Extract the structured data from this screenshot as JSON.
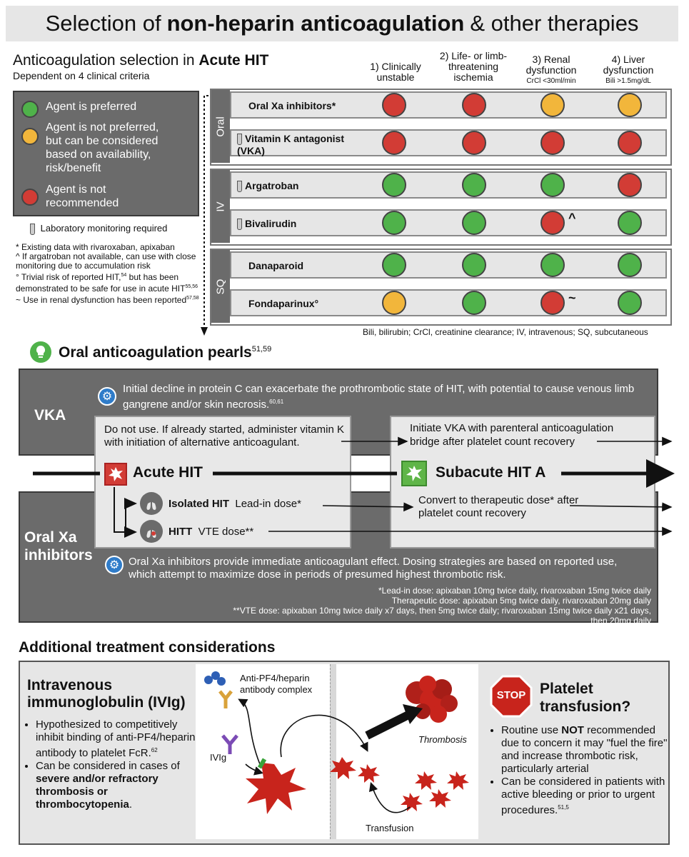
{
  "title": {
    "pre": "Selection of",
    "bold": "non-heparin anticoagulation",
    "post": "& other therapies"
  },
  "acute": {
    "title_pre": "Anticoagulation selection in",
    "title_bold": "Acute HIT",
    "subtitle": "Dependent on 4 clinical criteria"
  },
  "columns": [
    {
      "l1": "1) Clinically",
      "l2": "unstable",
      "sub": ""
    },
    {
      "l1": "2) Life- or limb-",
      "l2": "threatening",
      "l3": "ischemia",
      "sub": ""
    },
    {
      "l1": "3) Renal",
      "l2": "dysfunction",
      "sub": "CrCl <30ml/min"
    },
    {
      "l1": "4) Liver",
      "l2": "dysfunction",
      "sub": "Bili >1.5mg/dL"
    }
  ],
  "legend": {
    "preferred": "Agent is preferred",
    "considered": "Agent is not preferred, but can be considered based on availability, risk/benefit",
    "not_recommended": "Agent is not recommended",
    "colors": {
      "green": "#4fb24a",
      "yellow": "#f2b63b",
      "red": "#d23c35"
    }
  },
  "lab_note": "Laboratory monitoring required",
  "footnotes": {
    "f1": "* Existing data with rivaroxaban, apixaban",
    "f2": "^ If argatroban not available, can use with close monitoring due to accumulation risk",
    "f3a": "° Trivial risk of reported HIT,",
    "f3a_sup": "54",
    "f3b": " but has been demonstrated to be safe for use in acute HIT",
    "f3b_sup": "55,56",
    "f4": "~ Use in renal dysfunction has been reported",
    "f4_sup": "57,58"
  },
  "groups": [
    {
      "label": "Oral"
    },
    {
      "label": "IV"
    },
    {
      "label": "SQ"
    }
  ],
  "drugs": [
    {
      "name": "Oral Xa inhibitors*",
      "lab": false,
      "ratings": [
        "r",
        "r",
        "y",
        "y"
      ],
      "mark": ""
    },
    {
      "name": "Vitamin K antagonist (VKA)",
      "lab": true,
      "ratings": [
        "r",
        "r",
        "r",
        "r"
      ],
      "mark": ""
    },
    {
      "name": "Argatroban",
      "lab": true,
      "ratings": [
        "g",
        "g",
        "g",
        "r"
      ],
      "mark": ""
    },
    {
      "name": "Bivalirudin",
      "lab": true,
      "ratings": [
        "g",
        "g",
        "r",
        "g"
      ],
      "mark": "^"
    },
    {
      "name": "Danaparoid",
      "lab": false,
      "ratings": [
        "g",
        "g",
        "g",
        "g"
      ],
      "mark": ""
    },
    {
      "name": "Fondaparinux°",
      "lab": false,
      "ratings": [
        "y",
        "g",
        "r",
        "g"
      ],
      "mark": "~"
    }
  ],
  "abbrev": "Bili, bilirubin; CrCl, creatinine clearance; IV, intravenous; SQ, subcutaneous",
  "pearls": {
    "title": "Oral anticoagulation pearls",
    "sup": "51,59"
  },
  "vka": {
    "label": "VKA",
    "info": "Initial decline in protein C can exacerbate the prothrombotic state of HIT, with potential to cause venous limb gangrene and/or skin necrosis.",
    "info_sup": "60,61",
    "acute_text": "Do not use. If already started, administer vitamin K with initiation of alternative anticoagulant.",
    "subacute_text": "Initiate VKA with parenteral anticoagulation bridge after platelet count recovery"
  },
  "stages": {
    "acute": "Acute HIT",
    "subacute": "Subacute HIT A"
  },
  "xa": {
    "label": "Oral Xa inhibitors",
    "isolated": "Isolated HIT",
    "isolated_dose": "Lead-in dose*",
    "hitt": "HITT",
    "hitt_dose": "VTE dose**",
    "convert": "Convert to therapeutic dose* after platelet count recovery",
    "info": "Oral Xa inhibitors provide immediate anticoagulant effect.  Dosing strategies are based on reported use, which attempt to maximize dose in periods of presumed highest thrombotic risk.",
    "n1": "*Lead-in dose: apixaban 10mg twice daily, rivaroxaban 15mg twice daily",
    "n2": "Therapeutic dose: apixaban 5mg twice daily, rivaroxaban 20mg daily",
    "n3": "**VTE dose: apixaban 10mg twice daily x7 days, then 5mg twice daily; rivaroxaban 15mg twice daily x21 days, then 20mg daily"
  },
  "additional": {
    "title": "Additional treatment considerations"
  },
  "ivig": {
    "title1": "Intravenous",
    "title2": "immunoglobulin (IVIg)",
    "b1": "Hypothesized to competitively inhibit binding of anti-PF4/heparin antibody to platelet FcR.",
    "b1_sup": "62",
    "b2_pre": "Can be considered in cases of ",
    "b2_bold": "severe and/or refractory thrombosis or thrombocytopenia",
    "b2_post": "."
  },
  "fig": {
    "complex": "Anti-PF4/heparin antibody complex",
    "ivig": "IVIg",
    "thrombosis": "Thrombosis",
    "transfusion": "Transfusion"
  },
  "platelet": {
    "stop": "STOP",
    "title1": "Platelet",
    "title2": "transfusion?",
    "b1_pre": "Routine use ",
    "b1_bold": "NOT",
    "b1_post": " recommended due to concern it may \"fuel the fire\" and increase thrombotic risk, particularly arterial",
    "b2": "Can be considered in patients with active bleeding or prior to urgent procedures.",
    "b2_sup": "51,5"
  }
}
